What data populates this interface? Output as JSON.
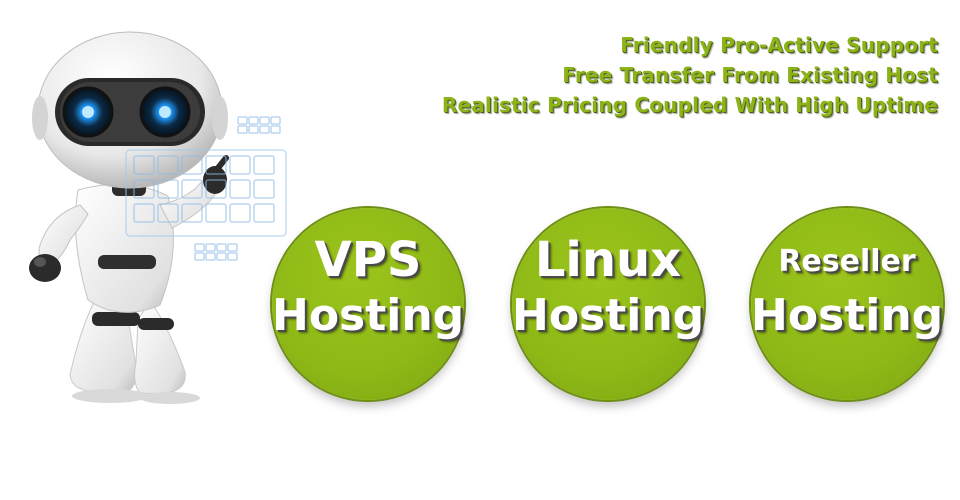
{
  "taglines": [
    "Friendly Pro-Active Support",
    "Free Transfer From Existing Host",
    "Realistic Pricing Coupled With High Uptime"
  ],
  "circles": [
    {
      "line1": "VPS",
      "line2": "Hosting"
    },
    {
      "line1": "Linux",
      "line2": "Hosting"
    },
    {
      "line1": "Reseller",
      "line2": "Hosting"
    }
  ],
  "colors": {
    "accent_green": "#8db816",
    "shadow_dark": "#4a4a4a",
    "robot_eye_blue": "#1e9bff",
    "hologram_blue": "#9fc9ef"
  },
  "icons": {
    "robot": "robot-mascot-icon",
    "keypad": "holographic-keypad-icon"
  }
}
